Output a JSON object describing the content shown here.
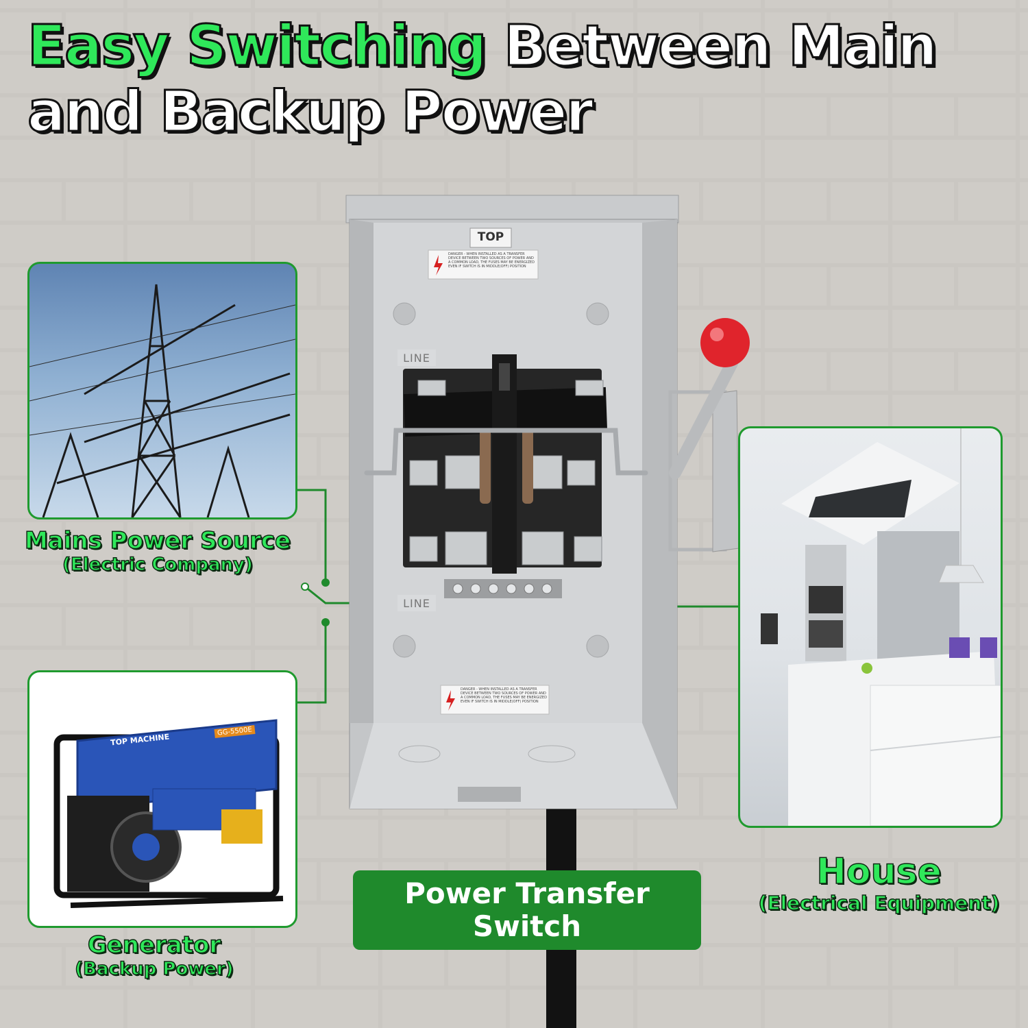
{
  "headline": {
    "highlight": "Easy Switching",
    "line1_rest": " Between Main",
    "line2": "and Backup Power"
  },
  "sources": {
    "mains": {
      "title": "Mains Power Source",
      "subtitle": "(Electric Company)"
    },
    "generator": {
      "title": "Generator",
      "subtitle": "(Backup Power)"
    },
    "house": {
      "title": "House",
      "subtitle": "(Electrical Equipment)"
    }
  },
  "switch_box": {
    "top_label": "TOP",
    "line_top": "LINE",
    "line_bottom": "LINE",
    "danger_top": "DANGER - WHEN INSTALLED AS A TRANSFER DEVICE BETWEEN TWO SOURCES OF POWER AND A COMMON LOAD, THE FUSES MAY BE ENERGIZED EVEN IF SWITCH IS IN MIDDLE(OFF) POSITION",
    "danger_bottom": "DANGER - WHEN INSTALLED AS A TRANSFER DEVICE BETWEEN TWO SOURCES OF POWER AND A COMMON LOAD, THE FUSES MAY BE ENERGIZED EVEN IF SWITCH IS IN MIDDLE(OFF) POSITION"
  },
  "generator_brand": "TOP MACHINE",
  "generator_model": "GG-5500E",
  "product_label": "Power Transfer Switch",
  "colors": {
    "accent_green": "#2fe85a",
    "box_green": "#1f8a2c",
    "frame_green": "#1f9a2e",
    "handle_red": "#e0242c"
  }
}
